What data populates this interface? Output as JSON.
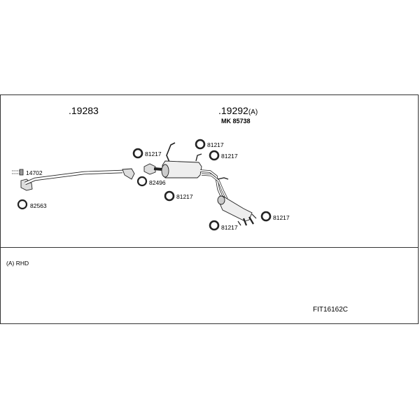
{
  "assembly_left": {
    "number": "19283"
  },
  "assembly_right": {
    "number": "19292",
    "suffix": "(A)",
    "kit_label": "MK  85738"
  },
  "parts": {
    "p14702": "14702",
    "p82563": "82563",
    "p82496": "82496",
    "c1": "81217",
    "c2": "81217",
    "c3": "81217",
    "c4": "81217",
    "c5": "81217",
    "c6": "81217"
  },
  "legend": {
    "note": "(A) RHD"
  },
  "drawing_code": "FIT16162C"
}
